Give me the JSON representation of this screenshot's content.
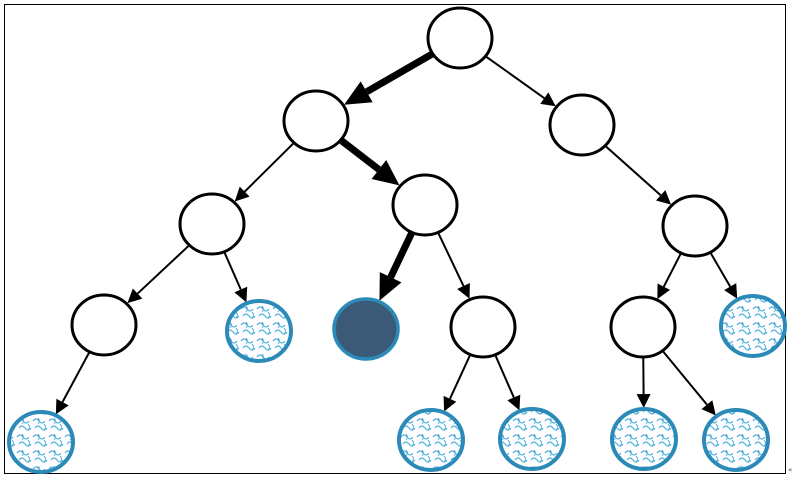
{
  "corner_mark": "«",
  "colors": {
    "node_stroke": "#000000",
    "node_fill": "#ffffff",
    "leaf_stroke": "#2b8ab8",
    "leaf_pattern": "#5bb3e0",
    "selected_fill": "#3a5a78",
    "edge": "#000000"
  },
  "tree": {
    "nodes": [
      {
        "id": "root",
        "kind": "internal"
      },
      {
        "id": "n1",
        "kind": "internal"
      },
      {
        "id": "n2",
        "kind": "internal"
      },
      {
        "id": "n3",
        "kind": "internal"
      },
      {
        "id": "n4",
        "kind": "internal"
      },
      {
        "id": "n5",
        "kind": "internal"
      },
      {
        "id": "n6",
        "kind": "internal"
      },
      {
        "id": "leaf1",
        "kind": "leaf"
      },
      {
        "id": "sel",
        "kind": "selected"
      },
      {
        "id": "n8",
        "kind": "internal"
      },
      {
        "id": "n9",
        "kind": "internal"
      },
      {
        "id": "leaf2",
        "kind": "leaf"
      },
      {
        "id": "leaf3",
        "kind": "leaf"
      },
      {
        "id": "leaf4",
        "kind": "leaf"
      },
      {
        "id": "leaf5",
        "kind": "leaf"
      },
      {
        "id": "leaf6",
        "kind": "leaf"
      },
      {
        "id": "leaf7",
        "kind": "leaf"
      }
    ],
    "edges": [
      {
        "from": "root",
        "to": "n1",
        "bold": true
      },
      {
        "from": "root",
        "to": "n2",
        "bold": false
      },
      {
        "from": "n1",
        "to": "n3",
        "bold": false
      },
      {
        "from": "n1",
        "to": "n4",
        "bold": true
      },
      {
        "from": "n2",
        "to": "n5",
        "bold": false
      },
      {
        "from": "n3",
        "to": "n6",
        "bold": false
      },
      {
        "from": "n3",
        "to": "leaf1",
        "bold": false
      },
      {
        "from": "n4",
        "to": "sel",
        "bold": true
      },
      {
        "from": "n4",
        "to": "n8",
        "bold": false
      },
      {
        "from": "n5",
        "to": "n9",
        "bold": false
      },
      {
        "from": "n5",
        "to": "leaf2",
        "bold": false
      },
      {
        "from": "n6",
        "to": "leaf3",
        "bold": false
      },
      {
        "from": "n8",
        "to": "leaf4",
        "bold": false
      },
      {
        "from": "n8",
        "to": "leaf5",
        "bold": false
      },
      {
        "from": "n9",
        "to": "leaf6",
        "bold": false
      },
      {
        "from": "n9",
        "to": "leaf7",
        "bold": false
      }
    ]
  }
}
